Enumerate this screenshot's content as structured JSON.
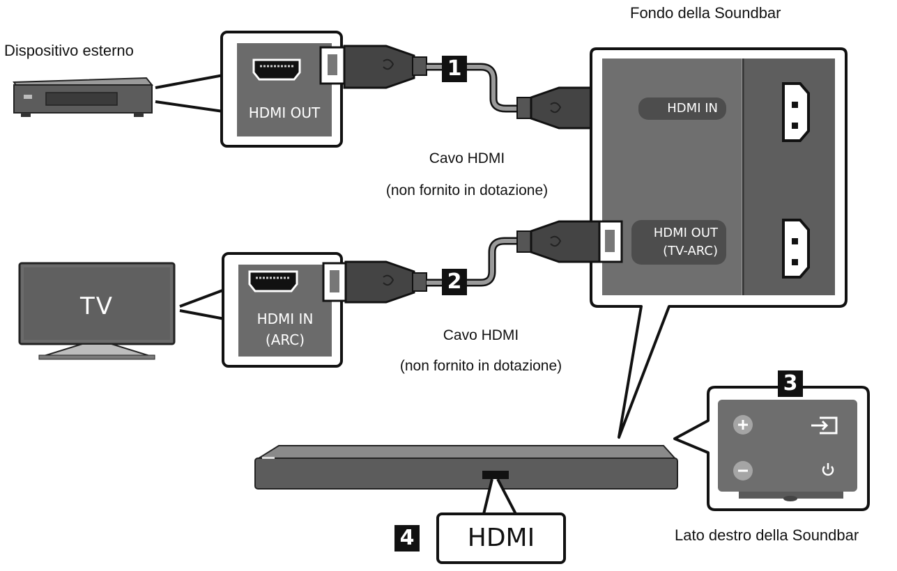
{
  "labels": {
    "external_device": "Dispositivo esterno",
    "soundbar_bottom": "Fondo della Soundbar",
    "soundbar_right_side": "Lato destro della Soundbar",
    "tv": "TV"
  },
  "cables": [
    {
      "number": "1",
      "name": "Cavo HDMI",
      "note": "(non fornito in dotazione)"
    },
    {
      "number": "2",
      "name": "Cavo HDMI",
      "note": "(non fornito in dotazione)"
    }
  ],
  "ports": {
    "external_device_port": "HDMI OUT",
    "tv_port_line1": "HDMI IN",
    "tv_port_line2": "(ARC)",
    "soundbar_hdmi_in": "HDMI IN",
    "soundbar_hdmi_out_line1": "HDMI OUT",
    "soundbar_hdmi_out_line2": "(TV-ARC)"
  },
  "steps": {
    "step3": "3",
    "step4": "4"
  },
  "callout_hdmi": "HDMI",
  "icons": [
    "plus-icon",
    "minus-icon",
    "source-input-icon",
    "power-icon",
    "hdmi-port-icon"
  ],
  "colors": {
    "panel_gray": "#6b6b6b",
    "dark_gray": "#4a4a4a",
    "cable_gray": "#8a8a8a",
    "soundbar": "#5a5a5a",
    "outline": "#111111"
  }
}
